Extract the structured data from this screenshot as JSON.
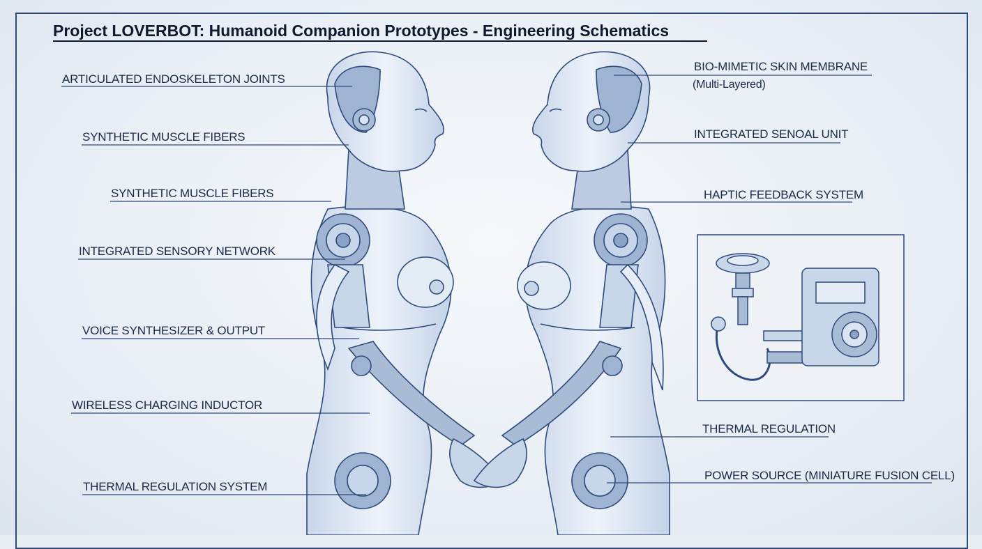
{
  "title": "Project LOVERBOT: Humanoid Companion Prototypes - Engineering Schematics",
  "labels_left": [
    {
      "id": "articulated-endoskeleton-joints",
      "text": "ARTICULATED ENDOSKELETON JOINTS"
    },
    {
      "id": "synthetic-muscle-fibers-1",
      "text": "SYNTHETIC MUSCLE FIBERS"
    },
    {
      "id": "synthetic-muscle-fibers-2",
      "text": "SYNTHETIC MUSCLE FIBERS"
    },
    {
      "id": "integrated-sensory-network",
      "text": "INTEGRATED SENSORY NETWORK"
    },
    {
      "id": "voice-synthesizer-output",
      "text": "VOICE SYNTHESIZER & OUTPUT"
    },
    {
      "id": "wireless-charging-inductor",
      "text": "WIRELESS CHARGING INDUCTOR"
    },
    {
      "id": "thermal-regulation-system",
      "text": "THERMAL REGULATION SYSTEM"
    }
  ],
  "labels_right": [
    {
      "id": "bio-mimetic-skin-membrane",
      "text": "BIO-MIMETIC SKIN MEMBRANE",
      "note": "(Multi-Layered)"
    },
    {
      "id": "integrated-senoal-unit",
      "text": "INTEGRATED SENOAL UNIT"
    },
    {
      "id": "haptic-feedback-system",
      "text": "HAPTIC FEEDBACK SYSTEM"
    },
    {
      "id": "thermal-regulation",
      "text": "THERMAL REGULATION"
    },
    {
      "id": "power-source",
      "text": "POWER SOURCE (MINIATURE FUSION CELL)"
    }
  ],
  "colors": {
    "ink": "#1c2e4a",
    "line": "#2e4a7a",
    "fill": "#dbe5f2",
    "metal": "#a9bcd6",
    "background": "#eef2f7"
  }
}
